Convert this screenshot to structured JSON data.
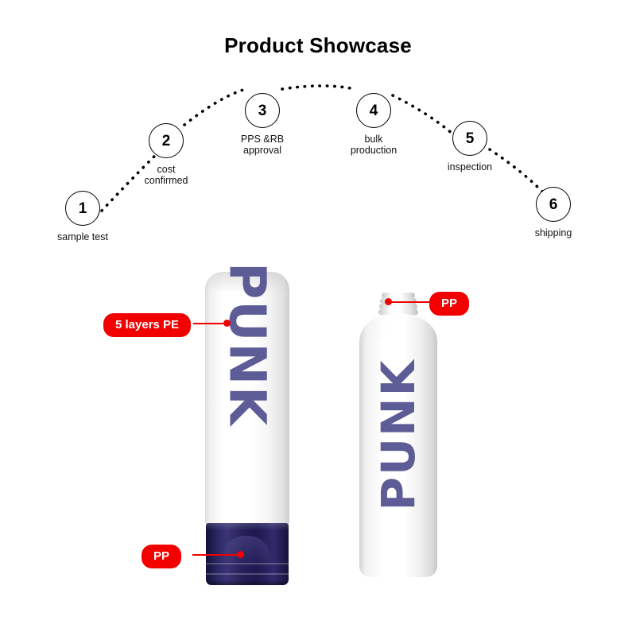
{
  "header": {
    "title": "Product Showcase"
  },
  "process": {
    "steps": [
      {
        "number": "1",
        "label": "sample test"
      },
      {
        "number": "2",
        "label": "cost\nconfirmed"
      },
      {
        "number": "3",
        "label": "PPS &RB\napproval"
      },
      {
        "number": "4",
        "label": "bulk\nproduction"
      },
      {
        "number": "5",
        "label": "inspection"
      },
      {
        "number": "6",
        "label": "shipping"
      }
    ]
  },
  "products": {
    "tube_left": {
      "logo_text": "PUNK",
      "logo_color": "#5e5c96",
      "body_color": "#ffffff",
      "cap_color": "#1e1a52"
    },
    "tube_right": {
      "logo_text": "PUNK",
      "logo_color": "#5e5c96",
      "body_color": "#ffffff"
    }
  },
  "callouts": {
    "accent_color": "#f20000",
    "items": [
      {
        "label": "5 layers PE"
      },
      {
        "label": "PP"
      },
      {
        "label": "PP"
      }
    ]
  }
}
